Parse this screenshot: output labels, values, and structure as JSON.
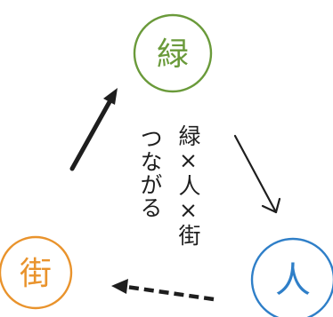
{
  "nodes": {
    "green": {
      "label": "緑",
      "color": "#6a9a3a"
    },
    "person": {
      "label": "人",
      "color": "#2f7fc8"
    },
    "town": {
      "label": "街",
      "color": "#e9932c"
    }
  },
  "caption": {
    "line1": "つながる",
    "line2": "緑×人×街"
  },
  "arrow_color": "#1e1e1e"
}
